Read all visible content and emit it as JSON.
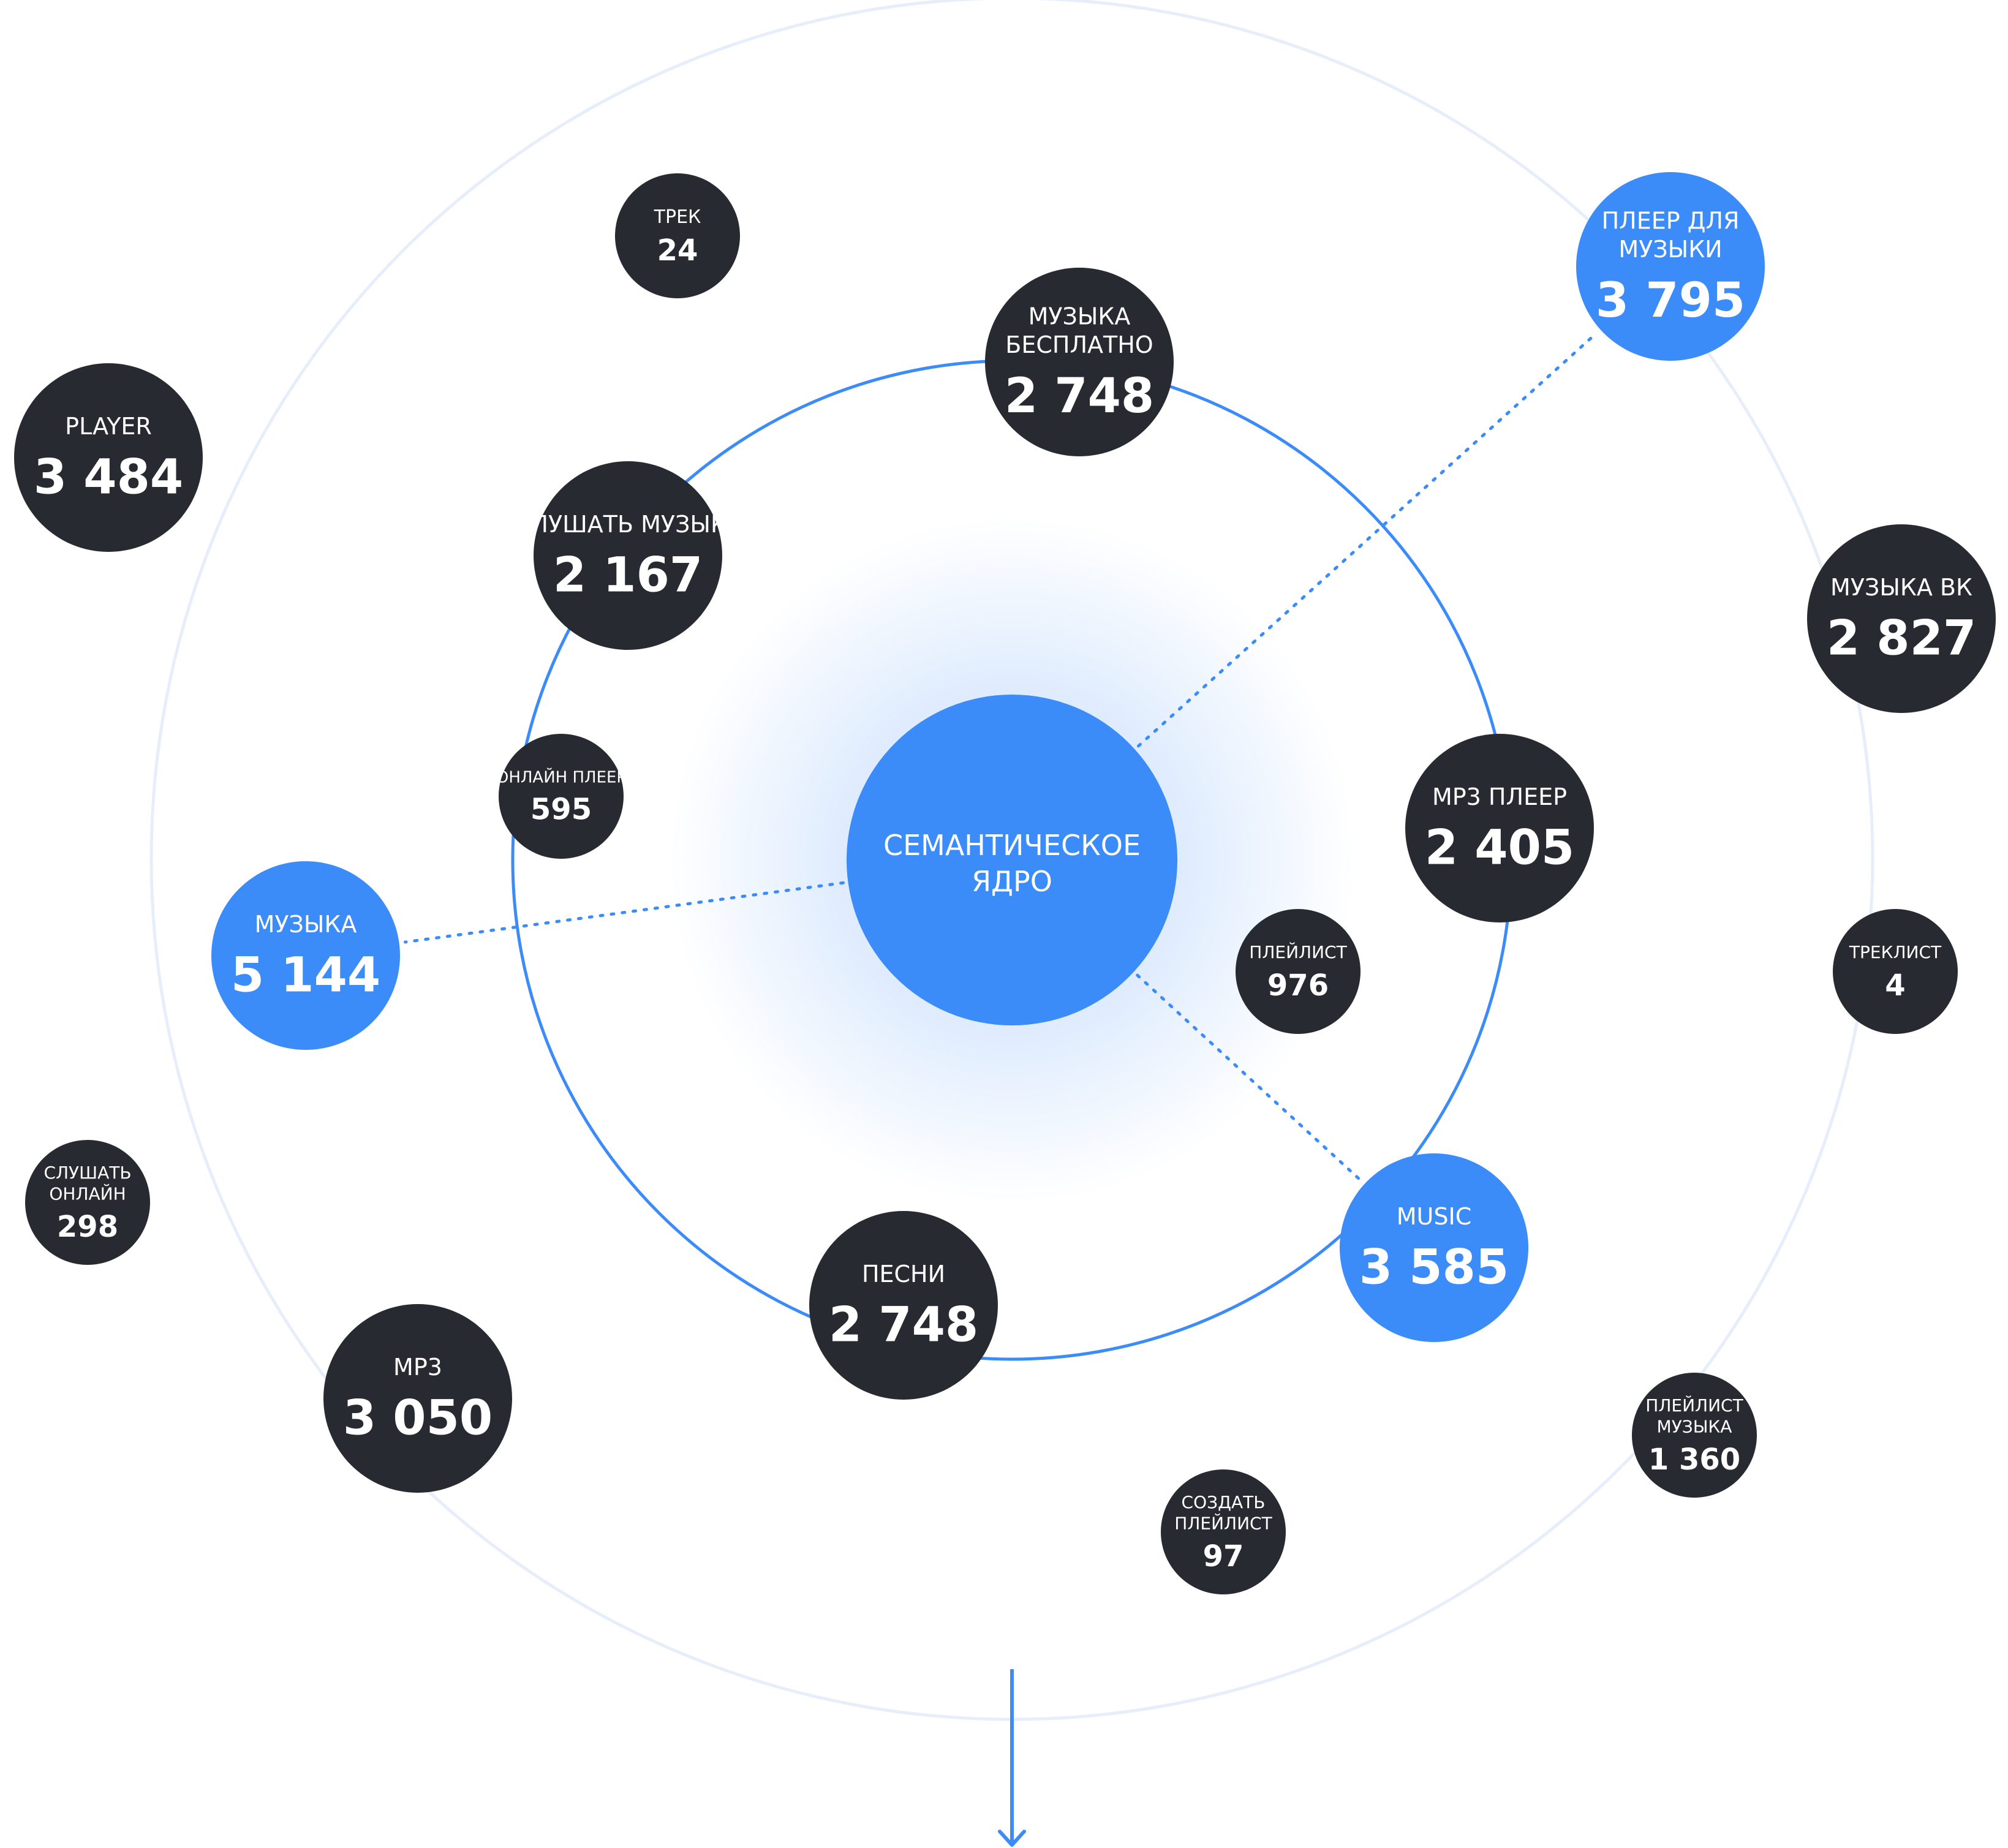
{
  "colors": {
    "dark": "#272b31",
    "accent": "#3b8bf9",
    "outer_ring": "#e6eefb",
    "inner_ring": "#3b8bf9",
    "glow": "#3b8bf9"
  },
  "core": {
    "title_lines": [
      "СЕМАНТИЧЕСКОЕ",
      "ЯДРО"
    ]
  },
  "nodes": [
    {
      "id": "trek",
      "title_lines": [
        "ТРЕК"
      ],
      "value": "24",
      "variant": "dark"
    },
    {
      "id": "player",
      "title_lines": [
        "PLAYER"
      ],
      "value": "3 484",
      "variant": "dark"
    },
    {
      "id": "muzyka-besplatno",
      "title_lines": [
        "МУЗЫКА",
        "БЕСПЛАТНО"
      ],
      "value": "2 748",
      "variant": "dark"
    },
    {
      "id": "pleer-dlya-muzyki",
      "title_lines": [
        "ПЛЕЕР ДЛЯ",
        "МУЗЫКИ"
      ],
      "value": "3 795",
      "variant": "accent"
    },
    {
      "id": "slushat-muzyku",
      "title_lines": [
        "СЛУШАТЬ МУЗЫКУ"
      ],
      "value": "2 167",
      "variant": "dark"
    },
    {
      "id": "muzyka-vk",
      "title_lines": [
        "МУЗЫКА ВК"
      ],
      "value": "2 827",
      "variant": "dark"
    },
    {
      "id": "onlain-pleer",
      "title_lines": [
        "ОНЛАЙН ПЛЕЕР"
      ],
      "value": "595",
      "variant": "dark"
    },
    {
      "id": "mp3-pleer",
      "title_lines": [
        "MP3 ПЛЕЕР"
      ],
      "value": "2 405",
      "variant": "dark"
    },
    {
      "id": "muzyka",
      "title_lines": [
        "МУЗЫКА"
      ],
      "value": "5 144",
      "variant": "accent"
    },
    {
      "id": "pleilist",
      "title_lines": [
        "ПЛЕЙЛИСТ"
      ],
      "value": "976",
      "variant": "dark"
    },
    {
      "id": "treklist",
      "title_lines": [
        "ТРЕКЛИСТ"
      ],
      "value": "4",
      "variant": "dark"
    },
    {
      "id": "slushat-onlain",
      "title_lines": [
        "СЛУШАТЬ",
        "ОНЛАЙН"
      ],
      "value": "298",
      "variant": "dark"
    },
    {
      "id": "music",
      "title_lines": [
        "MUSIC"
      ],
      "value": "3 585",
      "variant": "accent"
    },
    {
      "id": "pesni",
      "title_lines": [
        "ПЕСНИ"
      ],
      "value": "2 748",
      "variant": "dark"
    },
    {
      "id": "mp3",
      "title_lines": [
        "MP3"
      ],
      "value": "3 050",
      "variant": "dark"
    },
    {
      "id": "pleilist-muzyka",
      "title_lines": [
        "ПЛЕЙЛИСТ",
        "МУЗЫКА"
      ],
      "value": "1 360",
      "variant": "dark"
    },
    {
      "id": "sozdat-pleilist",
      "title_lines": [
        "СОЗДАТЬ",
        "ПЛЕЙЛИСТ"
      ],
      "value": "97",
      "variant": "dark"
    }
  ],
  "links": [
    "pleer-dlya-muzyki",
    "muzyka",
    "music"
  ],
  "arrow": {
    "icon": "arrow-down-icon"
  }
}
